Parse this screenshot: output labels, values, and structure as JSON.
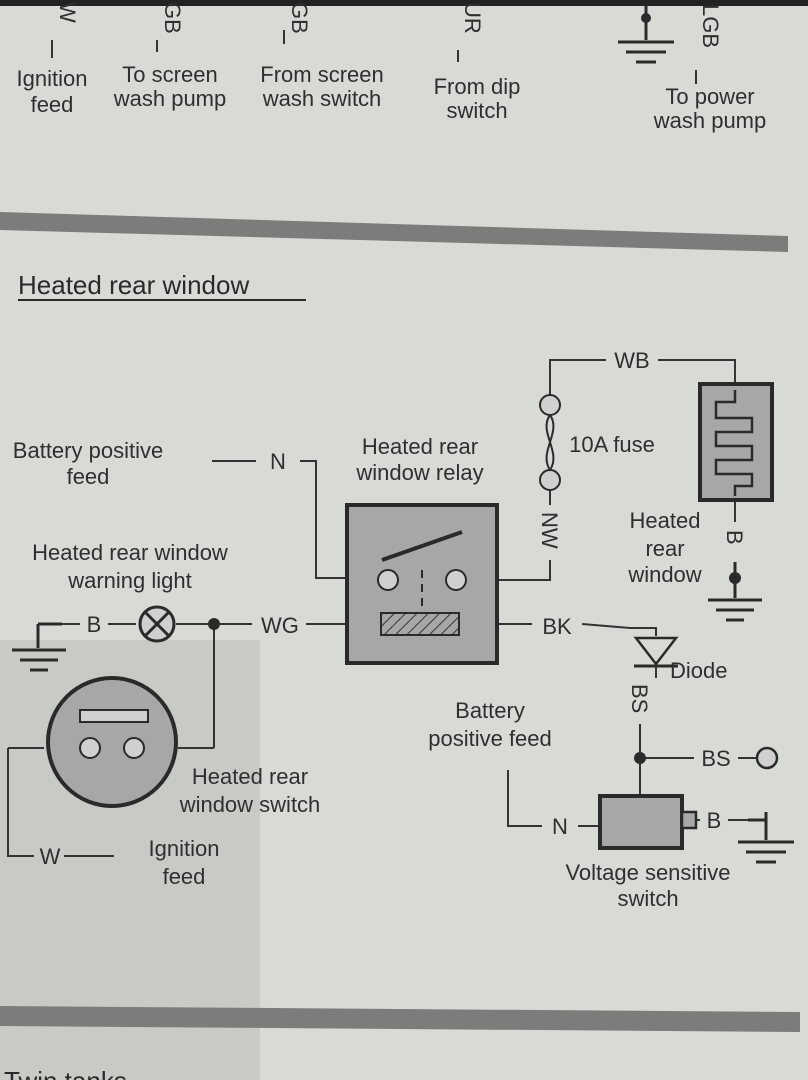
{
  "top_section": {
    "wire_codes": [
      "W",
      "GB",
      "GB",
      "UR",
      "LGB"
    ],
    "labels": {
      "ignition_feed": [
        "Ignition",
        "feed"
      ],
      "to_screen_wash_pump": [
        "To screen",
        "wash pump"
      ],
      "from_screen_wash_switch": [
        "From screen",
        "wash switch"
      ],
      "from_dip_switch": [
        "From dip",
        "switch"
      ],
      "to_power_wash_pump": [
        "To power",
        "wash pump"
      ]
    }
  },
  "section_title": "Heated rear window",
  "labels": {
    "battery_positive_feed_left": [
      "Battery positive",
      "feed"
    ],
    "relay": [
      "Heated rear",
      "window relay"
    ],
    "fuse": "10A fuse",
    "heated_rear_window": [
      "Heated",
      "rear",
      "window"
    ],
    "warning_light": [
      "Heated rear window",
      "warning light"
    ],
    "diode": "Diode",
    "battery_positive_feed_right": [
      "Battery",
      "positive feed"
    ],
    "switch": [
      "Heated rear",
      "window switch"
    ],
    "ignition_feed_bottom": [
      "Ignition",
      "feed"
    ],
    "voltage_sensitive_switch": [
      "Voltage sensitive",
      "switch"
    ]
  },
  "wire_codes": {
    "n_top": "N",
    "wb": "WB",
    "nw": "NW",
    "b_window": "B",
    "b_lamp": "B",
    "wg": "WG",
    "bk": "BK",
    "bs_vertical": "BS",
    "bs_branch": "BS",
    "n_bottom": "N",
    "b_vss": "B",
    "w_bottom": "W"
  },
  "bottom_text": "Twin tanks"
}
